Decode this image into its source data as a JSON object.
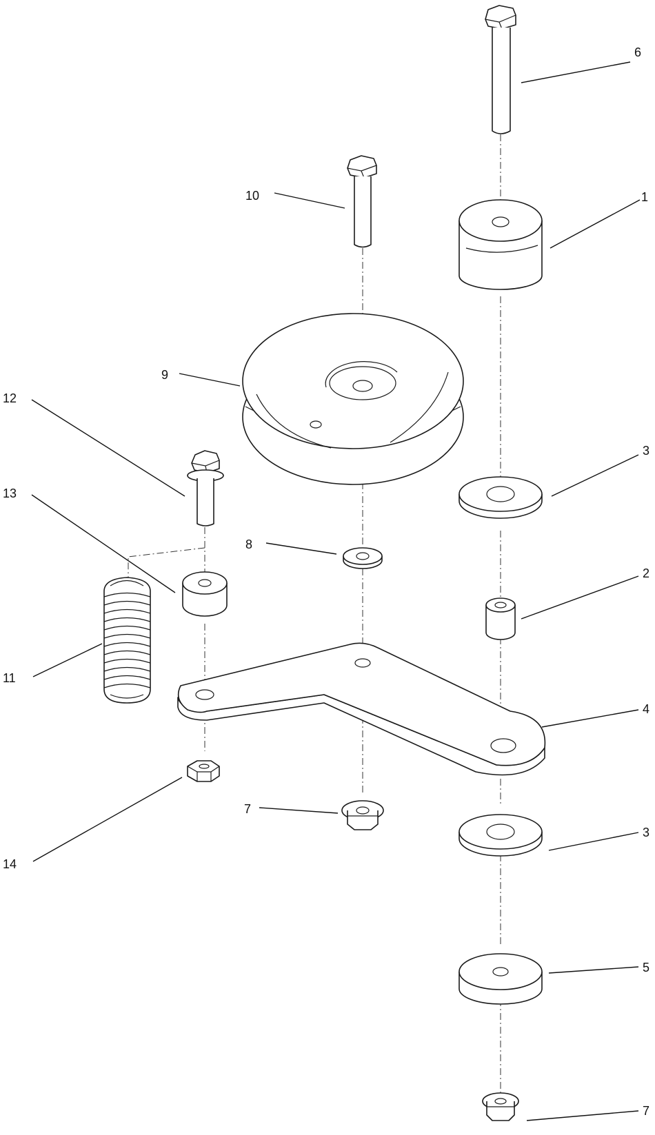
{
  "callouts": [
    "1",
    "2",
    "3",
    "3",
    "4",
    "5",
    "6",
    "7",
    "7",
    "8",
    "9",
    "10",
    "11",
    "12",
    "13",
    "14"
  ],
  "parts": [
    {
      "id": "spacer-large",
      "callout": "1",
      "icon": "cylinder-spacer"
    },
    {
      "id": "bushing",
      "callout": "2",
      "icon": "bushing"
    },
    {
      "id": "washer-upper",
      "callout": "3",
      "icon": "washer"
    },
    {
      "id": "washer-lower",
      "callout": "3",
      "icon": "washer"
    },
    {
      "id": "idler-arm",
      "callout": "4",
      "icon": "bracket"
    },
    {
      "id": "spacer-flat",
      "callout": "5",
      "icon": "spacer"
    },
    {
      "id": "long-bolt",
      "callout": "6",
      "icon": "hex-bolt"
    },
    {
      "id": "flange-nut-center",
      "callout": "7",
      "icon": "flange-nut"
    },
    {
      "id": "flange-nut-bottom",
      "callout": "7",
      "icon": "flange-nut"
    },
    {
      "id": "small-washer",
      "callout": "8",
      "icon": "washer"
    },
    {
      "id": "idler-pulley",
      "callout": "9",
      "icon": "pulley"
    },
    {
      "id": "pulley-bolt",
      "callout": "10",
      "icon": "hex-bolt"
    },
    {
      "id": "extension-spring",
      "callout": "11",
      "icon": "spring"
    },
    {
      "id": "flange-bolt",
      "callout": "12",
      "icon": "flange-bolt"
    },
    {
      "id": "spacer-small",
      "callout": "13",
      "icon": "spacer"
    },
    {
      "id": "hex-nut",
      "callout": "14",
      "icon": "nut"
    }
  ]
}
